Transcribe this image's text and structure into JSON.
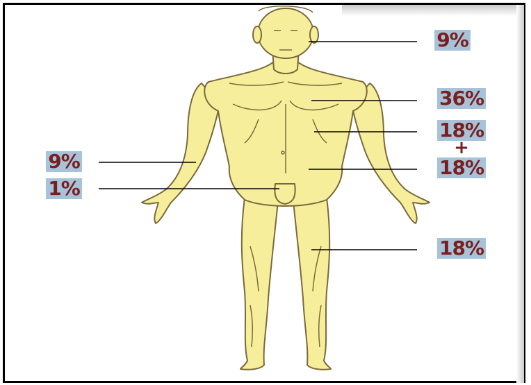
{
  "labels": {
    "head": "9%",
    "chest": "36%",
    "abdomen": "18%",
    "plus": "+",
    "back": "18%",
    "arm": "9%",
    "genital": "1%",
    "leg": "18%"
  },
  "colors": {
    "skin": "#f7ee9c",
    "outline": "#7a6a3a",
    "label_bg": "#a6c3d9",
    "label_text": "#7a1f1f"
  }
}
